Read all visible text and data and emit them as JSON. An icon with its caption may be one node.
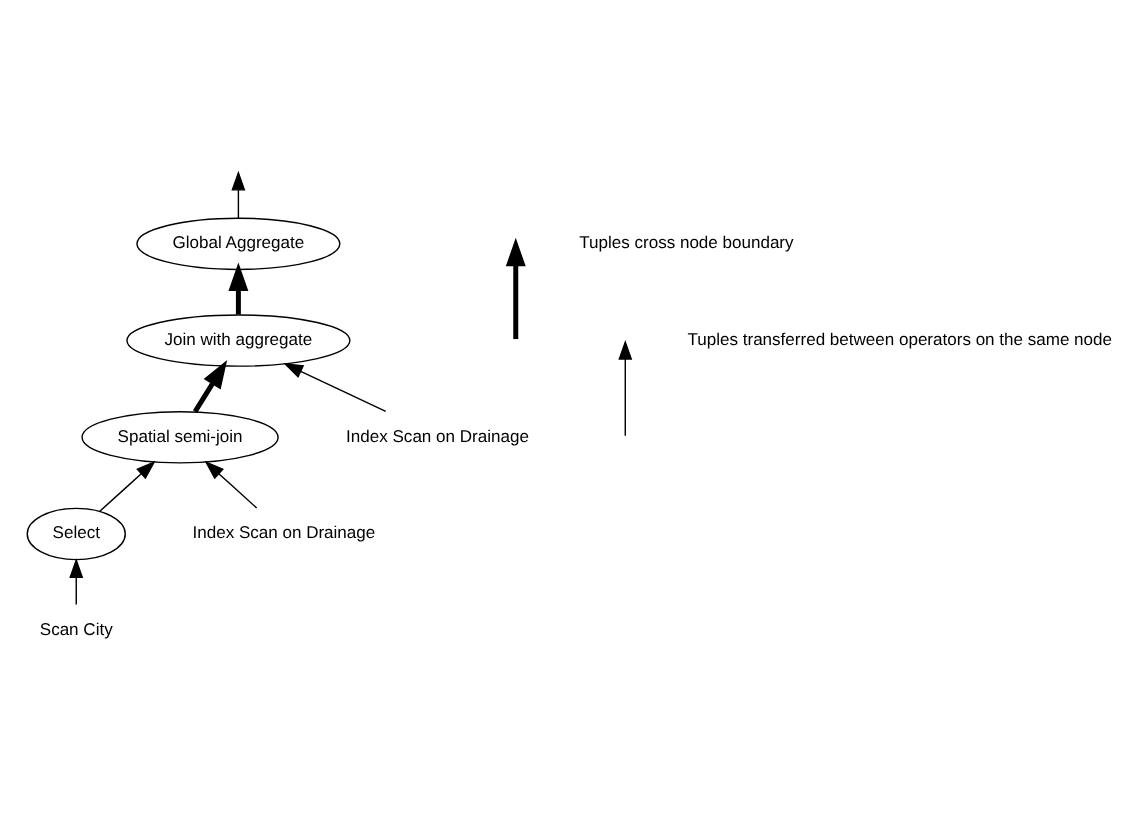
{
  "diagram": {
    "nodes": [
      {
        "text": [
          "Global Aggregate"
        ]
      },
      {
        "text": [
          "Join with aggregate"
        ]
      },
      {
        "text": [
          "Spatial semi-join"
        ]
      },
      {
        "text": [
          "Select"
        ]
      },
      {
        "text": [
          "Index Scan on Drainage"
        ]
      },
      {
        "text": [
          "Index Scan on Drainage"
        ]
      },
      {
        "text": [
          "Scan City"
        ]
      }
    ],
    "edges": [
      {
        "from": 0,
        "to": null,
        "arrow": "to"
      },
      {
        "from": 1,
        "to": 0,
        "arrow": "to",
        "style": "thick"
      },
      {
        "from": 2,
        "to": 1,
        "arrow": "to",
        "style": "thick"
      },
      {
        "from": 4,
        "to": 1,
        "arrow": "to"
      },
      {
        "from": 3,
        "to": 2,
        "arrow": "to"
      },
      {
        "from": 5,
        "to": 2,
        "arrow": "to"
      },
      {
        "from": 6,
        "to": 3,
        "arrow": "to"
      }
    ],
    "legend": [
      {
        "text": "Tuples cross node boundary"
      },
      {
        "text": "Tuples transferred between operators on the same node"
      }
    ]
  }
}
